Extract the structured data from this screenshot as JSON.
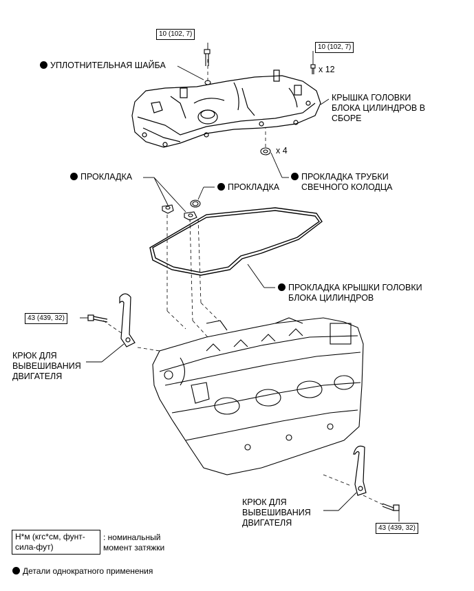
{
  "labels": {
    "seal_washer": "УПЛОТНИТЕЛЬНАЯ ШАЙБА",
    "cover_line1": "КРЫШКА ГОЛОВКИ",
    "cover_line2": "БЛОКА ЦИЛИНДРОВ В",
    "cover_line3": "СБОРЕ",
    "gasket_left": "ПРОКЛАДКА",
    "gasket_right": "ПРОКЛАДКА",
    "plug_tube_line1": "ПРОКЛАДКА ТРУБКИ",
    "plug_tube_line2": "СВЕЧНОГО КОЛОДЦА",
    "cover_gasket_line1": "ПРОКЛАДКА КРЫШКИ ГОЛОВКИ",
    "cover_gasket_line2": "БЛОКА ЦИЛИНДРОВ",
    "hook_left_line1": "КРЮК ДЛЯ",
    "hook_left_line2": "ВЫВЕШИВАНИЯ",
    "hook_left_line3": "ДВИГАТЕЛЯ",
    "hook_right_line1": "КРЮК ДЛЯ",
    "hook_right_line2": "ВЫВЕШИВАНИЯ",
    "hook_right_line3": "ДВИГАТЕЛЯ"
  },
  "quantities": {
    "bolts": "x 12",
    "plug_gaskets": "x 4"
  },
  "torque_specs": {
    "washer_bolt": "10 (102, 7)",
    "cover_bolts": "10 (102, 7)",
    "hook_left_bolt": "43 (439, 32)",
    "hook_right_bolt": "43 (439, 32)"
  },
  "legend": {
    "unit_line1": "Н*м (кгс*см, фунт-",
    "unit_line2": "сила-фут)",
    "desc_line1": ": номинальный",
    "desc_line2": "момент затяжки",
    "non_reusable": "Детали однократного применения"
  },
  "colors": {
    "line": "#000000",
    "background": "#ffffff"
  }
}
